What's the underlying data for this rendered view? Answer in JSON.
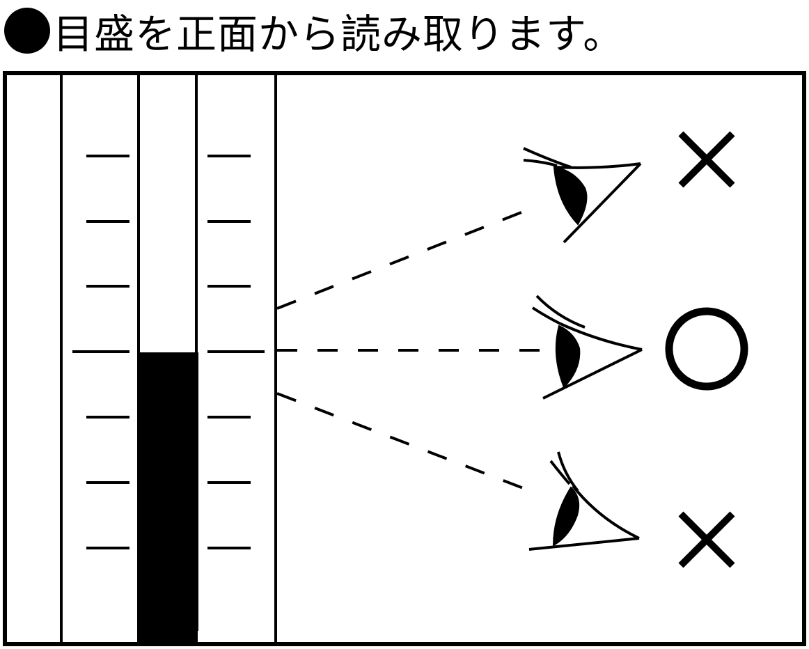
{
  "title": {
    "bullet_icon": "filled-circle",
    "text": "目盛を正面から読み取ります。"
  },
  "diagram": {
    "description": "Graduated cylinder with liquid column; three eye positions viewing the scale from above, level, and below",
    "scale_ticks_left": 7,
    "scale_ticks_right": 7,
    "liquid_level_tick": 4,
    "viewpoints": [
      {
        "position": "above",
        "line": "dashed-upward",
        "verdict_icon": "cross-mark",
        "verdict": "×"
      },
      {
        "position": "level",
        "line": "dashed-horizontal",
        "verdict_icon": "circle-mark",
        "verdict": "○"
      },
      {
        "position": "below",
        "line": "dashed-downward",
        "verdict_icon": "cross-mark",
        "verdict": "×"
      }
    ],
    "colors": {
      "stroke": "#000000",
      "background": "#ffffff",
      "liquid": "#000000"
    }
  }
}
